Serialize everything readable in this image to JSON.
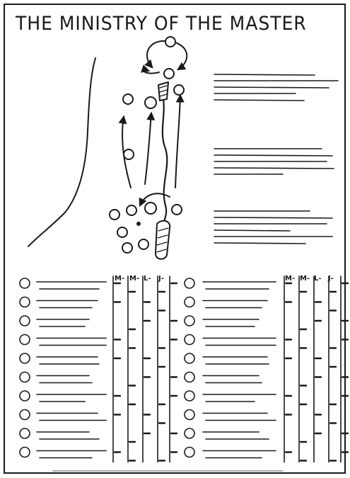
{
  "title": "THE MINISTRY OF THE MASTER",
  "ink_color": "#1a1a1a",
  "paper_color": "#ffffff",
  "column_headers": [
    "M",
    "M",
    "L",
    "J"
  ],
  "lists": [
    {
      "side": "left",
      "rows": 10
    },
    {
      "side": "right",
      "rows": 10
    }
  ]
}
